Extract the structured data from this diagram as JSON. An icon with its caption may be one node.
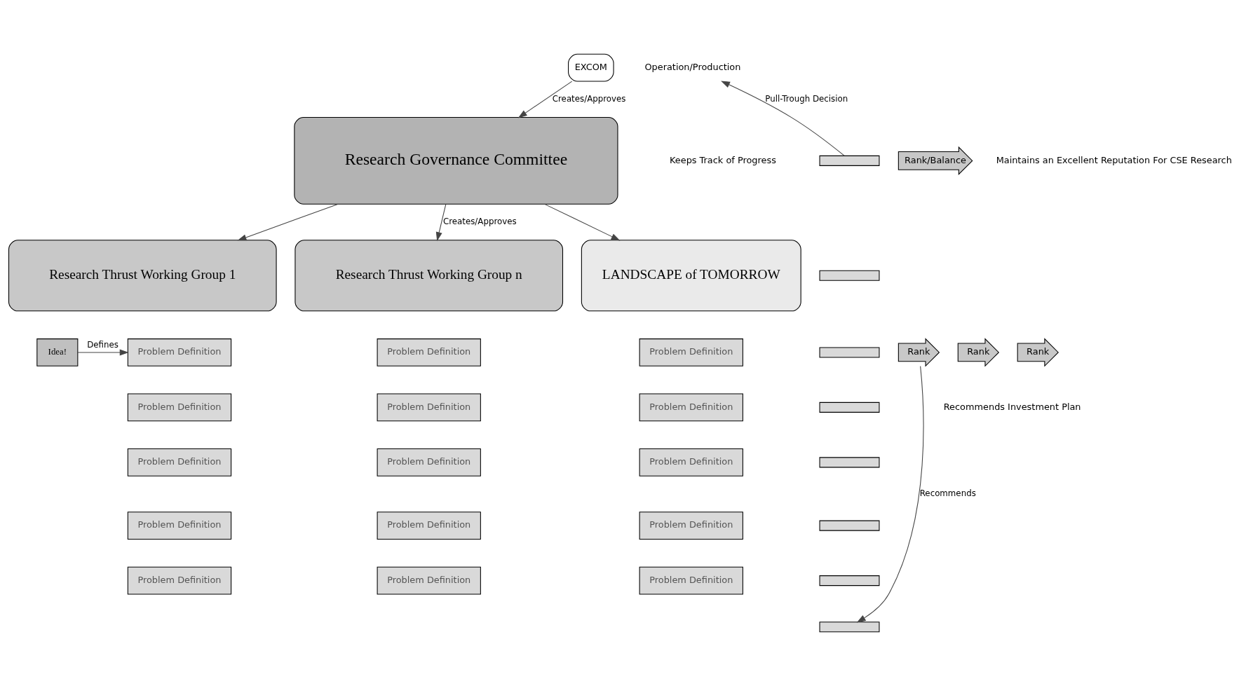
{
  "diagram": {
    "nodes": [
      {
        "text": [
          "EXCOM"
        ]
      },
      {
        "text": [
          "Research Governance Committee"
        ]
      },
      {
        "text": [
          "Rank/Balance"
        ]
      },
      {
        "text": [],
        "shape": "bar"
      },
      {
        "text": [],
        "shape": "bar"
      },
      {
        "text": [],
        "shape": "bar"
      },
      {
        "text": [],
        "shape": "bar"
      },
      {
        "text": [],
        "shape": "bar"
      },
      {
        "text": [],
        "shape": "bar"
      },
      {
        "text": [],
        "shape": "bar"
      },
      {
        "text": [],
        "shape": "bar"
      },
      {
        "text": [
          "Operation/Production"
        ]
      },
      {
        "text": [
          "Research Thrust Working Group 1"
        ]
      },
      {
        "text": [
          "Research Thrust Working Group n"
        ]
      },
      {
        "text": [
          "LANDSCAPE of TOMORROW"
        ]
      },
      {
        "text": [
          "Idea!"
        ]
      },
      {
        "text": [
          "Problem Definition"
        ]
      },
      {
        "text": [
          "Problem Definition"
        ]
      },
      {
        "text": [
          "Problem Definition"
        ]
      },
      {
        "text": [
          "Problem Definition"
        ]
      },
      {
        "text": [
          "Problem Definition"
        ]
      },
      {
        "text": [
          "Rank"
        ]
      },
      {
        "text": [
          "Problem Definition"
        ]
      },
      {
        "text": [
          "Problem Definition"
        ]
      },
      {
        "text": [
          "Problem Definition"
        ]
      },
      {
        "text": [
          "Problem Definition"
        ]
      },
      {
        "text": [
          "Problem Definition"
        ]
      },
      {
        "text": [
          "Rank"
        ]
      },
      {
        "text": [
          "Problem Definition"
        ]
      },
      {
        "text": [
          "Problem Definition"
        ]
      },
      {
        "text": [
          "Problem Definition"
        ]
      },
      {
        "text": [
          "Problem Definition"
        ]
      },
      {
        "text": [
          "Problem Definition"
        ]
      },
      {
        "text": [
          "Rank"
        ]
      }
    ],
    "edges": [
      {
        "from": 0,
        "to": 1,
        "arrow": "to",
        "label": "Creates/Approves"
      },
      {
        "from": 1,
        "to": 12,
        "arrow": "to"
      },
      {
        "from": 1,
        "to": 13,
        "arrow": "to",
        "label": "Creates/Approves"
      },
      {
        "from": 1,
        "to": 14,
        "arrow": "to"
      },
      {
        "from": 3,
        "to": 11,
        "arrow": "to",
        "label": "Pull-Trough Decision"
      },
      {
        "from": 15,
        "to": 16,
        "arrow": "to",
        "label": "Defines"
      },
      {
        "from": 33,
        "to": 10,
        "arrow": "to",
        "label": "Recommends"
      }
    ],
    "labels": [
      "Keeps Track of Progress",
      "Maintains an Excellent Reputation For CSE Research",
      "Recommends Investment Plan"
    ]
  }
}
